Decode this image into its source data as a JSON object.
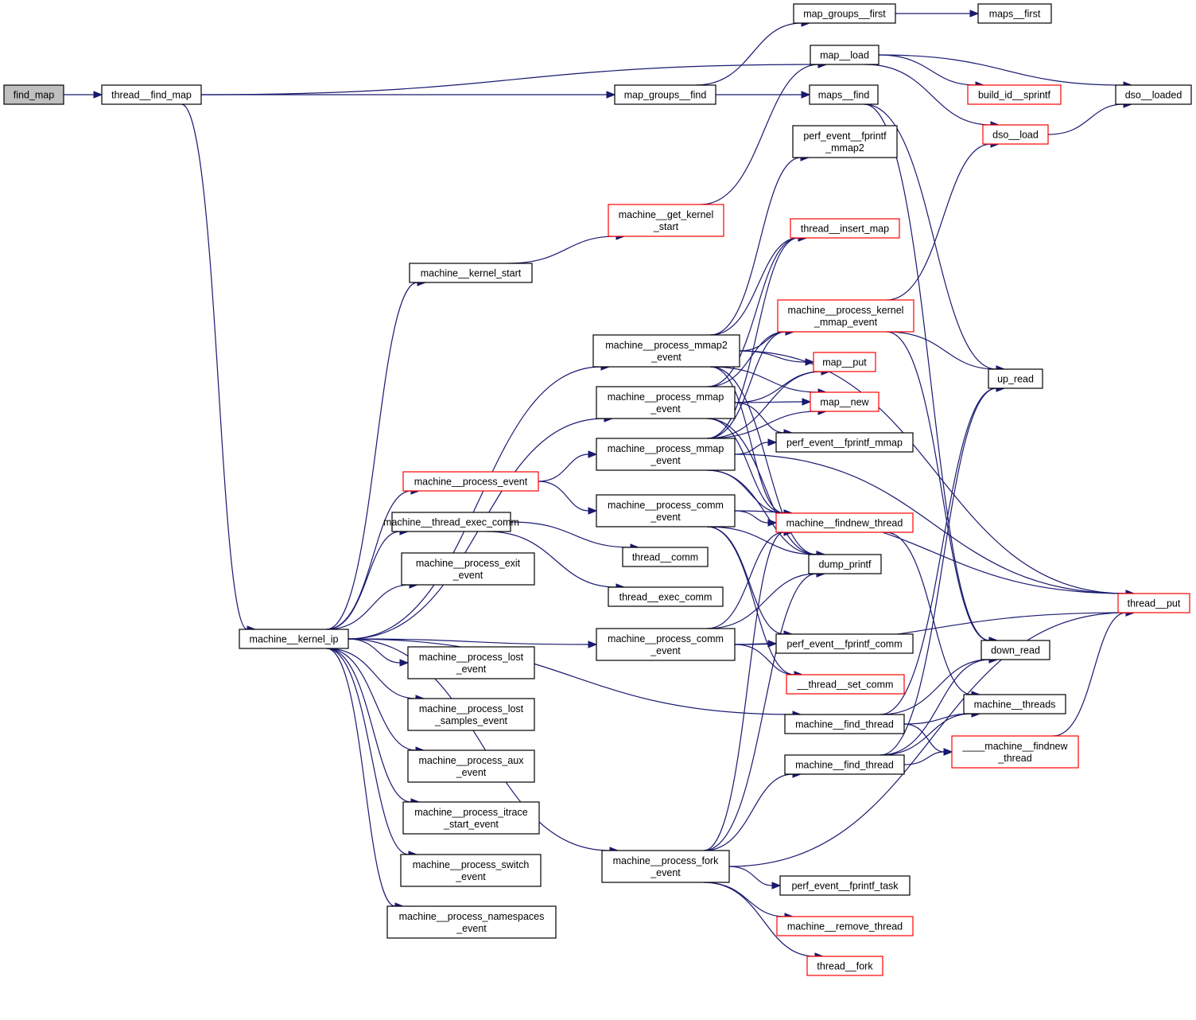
{
  "title": "find_map call graph",
  "colors": {
    "root_fill": "#bfbfbf",
    "node_fill": "#ffffff",
    "node_border": "#000000",
    "external_border": "#ff0000",
    "edge": "#191970"
  },
  "nodes": [
    {
      "id": "find_map",
      "lines": [
        "find_map"
      ],
      "kind": "root"
    },
    {
      "id": "thread__find_map",
      "lines": [
        "thread__find_map"
      ],
      "kind": "normal"
    },
    {
      "id": "map_groups__first",
      "lines": [
        "map_groups__first"
      ],
      "kind": "normal"
    },
    {
      "id": "maps__first",
      "lines": [
        "maps__first"
      ],
      "kind": "normal"
    },
    {
      "id": "map__load",
      "lines": [
        "map__load"
      ],
      "kind": "normal"
    },
    {
      "id": "map_groups__find",
      "lines": [
        "map_groups__find"
      ],
      "kind": "normal"
    },
    {
      "id": "maps__find",
      "lines": [
        "maps__find"
      ],
      "kind": "normal"
    },
    {
      "id": "build_id__sprintf",
      "lines": [
        "build_id__sprintf"
      ],
      "kind": "external"
    },
    {
      "id": "dso__loaded",
      "lines": [
        "dso__loaded"
      ],
      "kind": "normal"
    },
    {
      "id": "dso__load",
      "lines": [
        "dso__load"
      ],
      "kind": "external"
    },
    {
      "id": "perf_event__fprintf_mmap2",
      "lines": [
        "perf_event__fprintf",
        "_mmap2"
      ],
      "kind": "normal"
    },
    {
      "id": "machine__get_kernel_start",
      "lines": [
        "machine__get_kernel",
        "_start"
      ],
      "kind": "external"
    },
    {
      "id": "thread__insert_map",
      "lines": [
        "thread__insert_map"
      ],
      "kind": "external"
    },
    {
      "id": "machine__kernel_start",
      "lines": [
        "machine__kernel_start"
      ],
      "kind": "normal"
    },
    {
      "id": "machine__process_kernel_mmap_event",
      "lines": [
        "machine__process_kernel",
        "_mmap_event"
      ],
      "kind": "external"
    },
    {
      "id": "machine__process_mmap2_event",
      "lines": [
        "machine__process_mmap2",
        "_event"
      ],
      "kind": "normal"
    },
    {
      "id": "map__put",
      "lines": [
        "map__put"
      ],
      "kind": "external"
    },
    {
      "id": "up_read",
      "lines": [
        "up_read"
      ],
      "kind": "normal"
    },
    {
      "id": "machine__process_mmap_event_a",
      "lines": [
        "machine__process_mmap",
        "_event"
      ],
      "kind": "normal"
    },
    {
      "id": "map__new",
      "lines": [
        "map__new"
      ],
      "kind": "external"
    },
    {
      "id": "perf_event__fprintf_mmap",
      "lines": [
        "perf_event__fprintf_mmap"
      ],
      "kind": "normal"
    },
    {
      "id": "machine__process_mmap_event_b",
      "lines": [
        "machine__process_mmap",
        "_event"
      ],
      "kind": "normal"
    },
    {
      "id": "machine__process_event",
      "lines": [
        "machine__process_event"
      ],
      "kind": "external"
    },
    {
      "id": "machine__process_comm_event_a",
      "lines": [
        "machine__process_comm",
        "_event"
      ],
      "kind": "normal"
    },
    {
      "id": "machine__thread_exec_comm",
      "lines": [
        "machine__thread_exec_comm"
      ],
      "kind": "normal"
    },
    {
      "id": "machine__findnew_thread",
      "lines": [
        "machine__findnew_thread"
      ],
      "kind": "external"
    },
    {
      "id": "thread__comm",
      "lines": [
        "thread__comm"
      ],
      "kind": "normal"
    },
    {
      "id": "dump_printf",
      "lines": [
        "dump_printf"
      ],
      "kind": "normal"
    },
    {
      "id": "machine__process_exit_event",
      "lines": [
        "machine__process_exit",
        "_event"
      ],
      "kind": "normal"
    },
    {
      "id": "thread__exec_comm",
      "lines": [
        "thread__exec_comm"
      ],
      "kind": "normal"
    },
    {
      "id": "thread__put",
      "lines": [
        "thread__put"
      ],
      "kind": "external"
    },
    {
      "id": "machine__kernel_ip",
      "lines": [
        "machine__kernel_ip"
      ],
      "kind": "normal"
    },
    {
      "id": "machine__process_comm_event_b",
      "lines": [
        "machine__process_comm",
        "_event"
      ],
      "kind": "normal"
    },
    {
      "id": "perf_event__fprintf_comm",
      "lines": [
        "perf_event__fprintf_comm"
      ],
      "kind": "normal"
    },
    {
      "id": "down_read",
      "lines": [
        "down_read"
      ],
      "kind": "normal"
    },
    {
      "id": "machine__process_lost_event",
      "lines": [
        "machine__process_lost",
        "_event"
      ],
      "kind": "normal"
    },
    {
      "id": "__thread__set_comm",
      "lines": [
        "__thread__set_comm"
      ],
      "kind": "external"
    },
    {
      "id": "machine__process_lost_samples_event",
      "lines": [
        "machine__process_lost",
        "_samples_event"
      ],
      "kind": "normal"
    },
    {
      "id": "machine__threads",
      "lines": [
        "machine__threads"
      ],
      "kind": "normal"
    },
    {
      "id": "machine__find_thread_a",
      "lines": [
        "machine__find_thread"
      ],
      "kind": "normal"
    },
    {
      "id": "____machine__findnew_thread",
      "lines": [
        "____machine__findnew",
        "_thread"
      ],
      "kind": "external"
    },
    {
      "id": "machine__process_aux_event",
      "lines": [
        "machine__process_aux",
        "_event"
      ],
      "kind": "normal"
    },
    {
      "id": "machine__find_thread_b",
      "lines": [
        "machine__find_thread"
      ],
      "kind": "normal"
    },
    {
      "id": "machine__process_itrace_start_event",
      "lines": [
        "machine__process_itrace",
        "_start_event"
      ],
      "kind": "normal"
    },
    {
      "id": "machine__process_switch_event",
      "lines": [
        "machine__process_switch",
        "_event"
      ],
      "kind": "normal"
    },
    {
      "id": "machine__process_fork_event",
      "lines": [
        "machine__process_fork",
        "_event"
      ],
      "kind": "normal"
    },
    {
      "id": "perf_event__fprintf_task",
      "lines": [
        "perf_event__fprintf_task"
      ],
      "kind": "normal"
    },
    {
      "id": "machine__process_namespaces_event",
      "lines": [
        "machine__process_namespaces",
        "_event"
      ],
      "kind": "normal"
    },
    {
      "id": "machine__remove_thread",
      "lines": [
        "machine__remove_thread"
      ],
      "kind": "external"
    },
    {
      "id": "thread__fork",
      "lines": [
        "thread__fork"
      ],
      "kind": "external"
    }
  ],
  "edges": [
    [
      "find_map",
      "thread__find_map"
    ],
    [
      "thread__find_map",
      "map__load"
    ],
    [
      "thread__find_map",
      "map_groups__find"
    ],
    [
      "thread__find_map",
      "machine__kernel_ip"
    ],
    [
      "map_groups__find",
      "map_groups__first"
    ],
    [
      "map_groups__find",
      "maps__find"
    ],
    [
      "map_groups__first",
      "maps__first"
    ],
    [
      "map__load",
      "build_id__sprintf"
    ],
    [
      "map__load",
      "dso__loaded"
    ],
    [
      "map__load",
      "dso__load"
    ],
    [
      "dso__load",
      "dso__loaded"
    ],
    [
      "maps__find",
      "up_read"
    ],
    [
      "maps__find",
      "down_read"
    ],
    [
      "machine__get_kernel_start",
      "map__load"
    ],
    [
      "machine__kernel_start",
      "machine__get_kernel_start"
    ],
    [
      "machine__kernel_ip",
      "machine__kernel_start"
    ],
    [
      "machine__kernel_ip",
      "machine__process_mmap2_event"
    ],
    [
      "machine__kernel_ip",
      "machine__process_mmap_event_a"
    ],
    [
      "machine__kernel_ip",
      "machine__process_event"
    ],
    [
      "machine__kernel_ip",
      "machine__thread_exec_comm"
    ],
    [
      "machine__kernel_ip",
      "machine__process_exit_event"
    ],
    [
      "machine__kernel_ip",
      "machine__find_thread_a"
    ],
    [
      "machine__kernel_ip",
      "machine__process_lost_event"
    ],
    [
      "machine__kernel_ip",
      "machine__process_lost_samples_event"
    ],
    [
      "machine__kernel_ip",
      "machine__process_aux_event"
    ],
    [
      "machine__kernel_ip",
      "machine__process_itrace_start_event"
    ],
    [
      "machine__kernel_ip",
      "machine__process_switch_event"
    ],
    [
      "machine__kernel_ip",
      "machine__process_namespaces_event"
    ],
    [
      "machine__kernel_ip",
      "machine__process_comm_event_b"
    ],
    [
      "machine__kernel_ip",
      "machine__process_fork_event"
    ],
    [
      "machine__process_event",
      "machine__process_mmap_event_b"
    ],
    [
      "machine__process_event",
      "machine__process_comm_event_a"
    ],
    [
      "machine__thread_exec_comm",
      "thread__comm"
    ],
    [
      "machine__thread_exec_comm",
      "thread__exec_comm"
    ],
    [
      "machine__process_mmap2_event",
      "perf_event__fprintf_mmap2"
    ],
    [
      "machine__process_mmap2_event",
      "thread__insert_map"
    ],
    [
      "machine__process_mmap2_event",
      "machine__process_kernel_mmap_event"
    ],
    [
      "machine__process_mmap2_event",
      "map__put"
    ],
    [
      "machine__process_mmap2_event",
      "map__new"
    ],
    [
      "machine__process_mmap2_event",
      "machine__findnew_thread"
    ],
    [
      "machine__process_mmap2_event",
      "dump_printf"
    ],
    [
      "machine__process_mmap2_event",
      "thread__put"
    ],
    [
      "machine__process_mmap_event_a",
      "thread__insert_map"
    ],
    [
      "machine__process_mmap_event_a",
      "machine__process_kernel_mmap_event"
    ],
    [
      "machine__process_mmap_event_a",
      "map__put"
    ],
    [
      "machine__process_mmap_event_a",
      "map__new"
    ],
    [
      "machine__process_mmap_event_a",
      "perf_event__fprintf_mmap"
    ],
    [
      "machine__process_mmap_event_a",
      "machine__findnew_thread"
    ],
    [
      "machine__process_mmap_event_a",
      "dump_printf"
    ],
    [
      "machine__process_mmap_event_b",
      "thread__insert_map"
    ],
    [
      "machine__process_mmap_event_b",
      "machine__process_kernel_mmap_event"
    ],
    [
      "machine__process_mmap_event_b",
      "map__put"
    ],
    [
      "machine__process_mmap_event_b",
      "map__new"
    ],
    [
      "machine__process_mmap_event_b",
      "perf_event__fprintf_mmap"
    ],
    [
      "machine__process_mmap_event_b",
      "machine__findnew_thread"
    ],
    [
      "machine__process_mmap_event_b",
      "dump_printf"
    ],
    [
      "machine__process_mmap_event_b",
      "thread__put"
    ],
    [
      "machine__process_kernel_mmap_event",
      "dso__load"
    ],
    [
      "machine__process_kernel_mmap_event",
      "up_read"
    ],
    [
      "machine__process_kernel_mmap_event",
      "down_read"
    ],
    [
      "machine__process_comm_event_a",
      "machine__findnew_thread"
    ],
    [
      "machine__process_comm_event_a",
      "dump_printf"
    ],
    [
      "machine__process_comm_event_a",
      "perf_event__fprintf_comm"
    ],
    [
      "machine__process_comm_event_a",
      "__thread__set_comm"
    ],
    [
      "machine__process_comm_event_a",
      "thread__put"
    ],
    [
      "machine__process_comm_event_b",
      "machine__findnew_thread"
    ],
    [
      "machine__process_comm_event_b",
      "dump_printf"
    ],
    [
      "machine__process_comm_event_b",
      "perf_event__fprintf_comm"
    ],
    [
      "machine__process_comm_event_b",
      "__thread__set_comm"
    ],
    [
      "machine__process_comm_event_b",
      "thread__put"
    ],
    [
      "machine__findnew_thread",
      "machine__threads"
    ],
    [
      "machine__find_thread_a",
      "down_read"
    ],
    [
      "machine__find_thread_a",
      "up_read"
    ],
    [
      "machine__find_thread_a",
      "machine__threads"
    ],
    [
      "machine__find_thread_a",
      "____machine__findnew_thread"
    ],
    [
      "machine__find_thread_b",
      "down_read"
    ],
    [
      "machine__find_thread_b",
      "up_read"
    ],
    [
      "machine__find_thread_b",
      "machine__threads"
    ],
    [
      "machine__find_thread_b",
      "____machine__findnew_thread"
    ],
    [
      "____machine__findnew_thread",
      "thread__put"
    ],
    [
      "machine__process_fork_event",
      "machine__findnew_thread"
    ],
    [
      "machine__process_fork_event",
      "dump_printf"
    ],
    [
      "machine__process_fork_event",
      "machine__find_thread_b"
    ],
    [
      "machine__process_fork_event",
      "thread__put"
    ],
    [
      "machine__process_fork_event",
      "perf_event__fprintf_task"
    ],
    [
      "machine__process_fork_event",
      "machine__remove_thread"
    ],
    [
      "machine__process_fork_event",
      "thread__fork"
    ]
  ]
}
